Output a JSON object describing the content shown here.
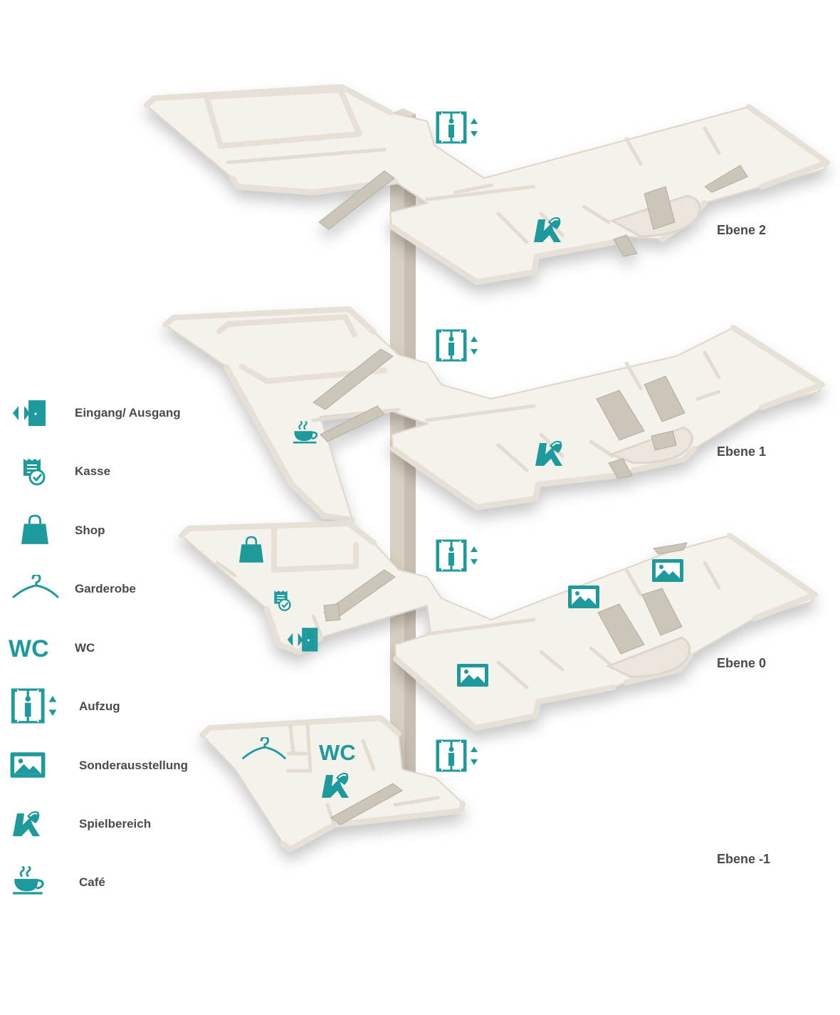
{
  "legend": {
    "entrance": "Eingang/ Ausgang",
    "cashier": "Kasse",
    "shop": "Shop",
    "cloakroom": "Garderobe",
    "wc_symbol": "WC",
    "wc": "WC",
    "elevator": "Aufzug",
    "special_exhibition": "Sonderausstellung",
    "play_area": "Spielbereich",
    "cafe": "Café"
  },
  "levels": {
    "level_2": "Ebene 2",
    "level_1": "Ebene 1",
    "level_0": "Ebene 0",
    "level_minus_1": "Ebene -1"
  },
  "map_symbols": {
    "wc_text": "WC"
  },
  "colors": {
    "accent": "#1e9a9c",
    "floor": "#f5f2ec",
    "shaft": "#d9d0c3",
    "text": "#4a4a4a"
  }
}
